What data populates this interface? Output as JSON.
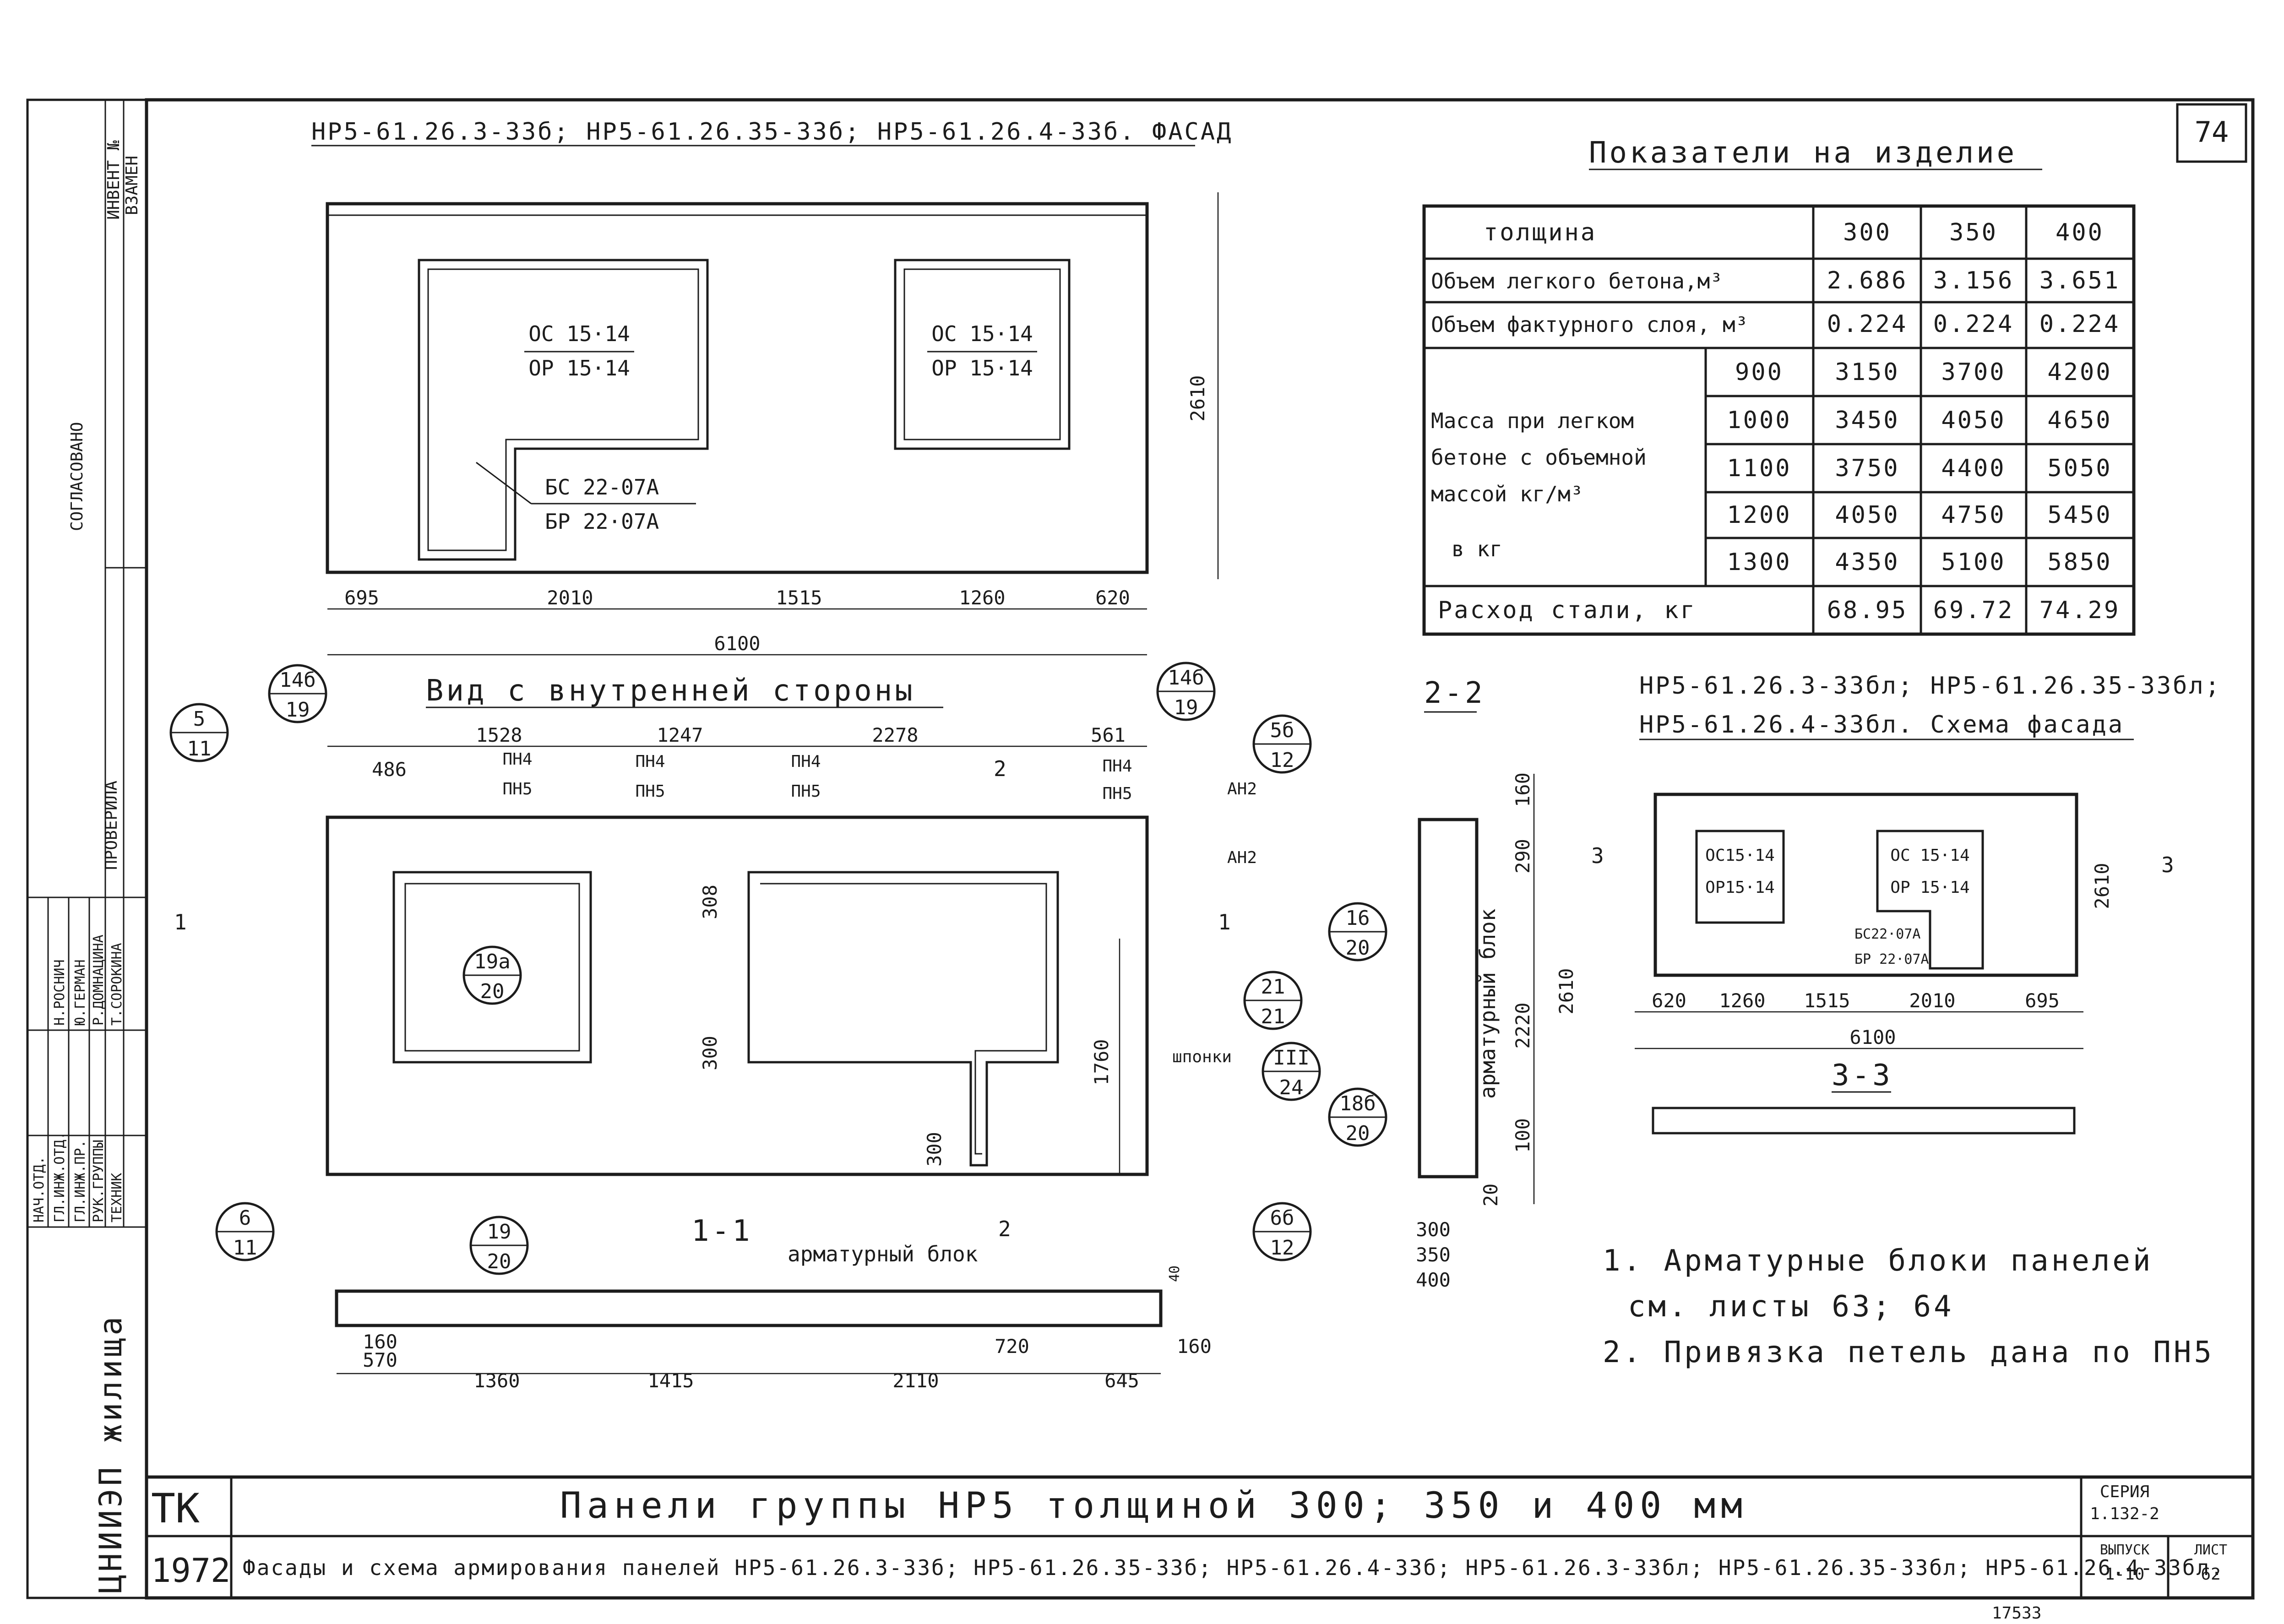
{
  "sheet": {
    "number": "74",
    "stamp_left": "ТК",
    "year": "1972",
    "main_title": "Панели группы НР5 толщиной 300; 350 и 400 мм",
    "sub_title": "Фасады и схема армирования панелей НР5-61.26.3-33б; НР5-61.26.35-33б; НР5-61.26.4-33б; НР5-61.26.3-33бл; НР5-61.26.35-33бл; НР5-61.26.4-33бл.",
    "series_label": "СЕРИЯ",
    "series_value": "1.132-2",
    "issue_label": "ВЫПУСК",
    "issue_value": "1-10",
    "page_label": "ЛИСТ",
    "page_value": "62",
    "org_vertical": "ЦНИИЭП жилища",
    "bottom_stamp": "17533"
  },
  "side_strip": {
    "invent": "ИНВЕНТ №",
    "vzamen": "ВЗАМЕН",
    "soglasovano": "СОГЛАСОВАНО",
    "provers": "ПРОВЕРИЛА",
    "names": [
      "НАЧ.ОТД.",
      "ГЛ.ИНЖ.ОТД.",
      "ГЛ.ИНЖ.ПР.",
      "РУК.ГРУППЫ",
      "ТЕХНИК"
    ],
    "people": [
      "Н.РОСНИЧ",
      "Ю.ГЕРМАН",
      "Р.ДОМНАЦИНА",
      "Т.СОРОКИНА"
    ]
  },
  "facade": {
    "title": "НР5-61.26.3-33б; НР5-61.26.35-33б; НР5-61.26.4-33б. ФАСАД",
    "window1_top": "ОС 15·14",
    "window1_bottom": "ОР 15·14",
    "window2_top": "ОС 15·14",
    "window2_bottom": "ОР 15·14",
    "door_top": "БС 22-07А",
    "door_bottom": "БР 22·07А",
    "height": "2610",
    "dims": [
      "695",
      "2010",
      "1515",
      "1260",
      "620"
    ],
    "total": "6100"
  },
  "inner_view": {
    "title": "Вид с внутренней стороны",
    "top_dims": [
      "486",
      "1528",
      "1247",
      "2278",
      "561"
    ],
    "loops": [
      {
        "top": "ПН4",
        "bottom": "ПН5"
      },
      {
        "top": "ПН4",
        "bottom": "ПН5"
      },
      {
        "top": "ПН4",
        "bottom": "ПН5"
      },
      {
        "top": "ПН4",
        "bottom": "ПН5"
      }
    ],
    "ah2_top": "АН2",
    "ah2_side": "АН2",
    "dim_308": "308",
    "dim_300a": "300",
    "dim_300b": "300",
    "dim_1760": "1760",
    "keys_label": "шпонки",
    "section_1": "1",
    "section_2": "2",
    "bubbles": [
      {
        "top": "5",
        "bottom": "11"
      },
      {
        "top": "14б",
        "bottom": "19"
      },
      {
        "top": "14б",
        "bottom": "19"
      },
      {
        "top": "5б",
        "bottom": "12"
      },
      {
        "top": "19а",
        "bottom": "20"
      },
      {
        "top": "21",
        "bottom": "21"
      },
      {
        "top": "III",
        "bottom": "24"
      },
      {
        "top": "6",
        "bottom": "11"
      },
      {
        "top": "6б",
        "bottom": "12"
      },
      {
        "top": "19",
        "bottom": "20"
      }
    ]
  },
  "section_11": {
    "title": "1-1",
    "label": "арматурный блок",
    "dims_bottom": [
      "570",
      "1360",
      "1415",
      "2110",
      "645"
    ],
    "dim_160a": "160",
    "dim_160b": "160",
    "dim_720": "720",
    "dim_40": "40"
  },
  "section_22": {
    "title": "2-2",
    "label": "арматурный блок",
    "dims": [
      "160",
      "290",
      "2220",
      "100",
      "20"
    ],
    "total": "2610",
    "thickness": [
      "300",
      "350",
      "400"
    ],
    "bubble_a": {
      "top": "16",
      "bottom": "20"
    },
    "bubble_b": {
      "top": "18б",
      "bottom": "20"
    }
  },
  "schema": {
    "title_line1": "НР5-61.26.3-33бл; НР5-61.26.35-33бл;",
    "title_line2": "НР5-61.26.4-33бл. Схема фасада",
    "w1_top": "ОС15·14",
    "w1_bottom": "ОР15·14",
    "w2_top": "ОС 15·14",
    "w2_bottom": "ОР 15·14",
    "door_top": "БС22·07А",
    "door_bottom": "БР 22·07А",
    "height": "2610",
    "dims": [
      "620",
      "1260",
      "1515",
      "2010",
      "695"
    ],
    "total": "6100",
    "section_mark": "3",
    "section_title": "3-3"
  },
  "notes": {
    "n1a": "1. Арматурные блоки панелей",
    "n1b": "см. листы  63; 64",
    "n2": "2. Привязка петель дана по ПН5"
  },
  "table": {
    "title": "Показатели на изделие",
    "header": [
      "толщина",
      "300",
      "350",
      "400"
    ],
    "row_volume_light": [
      "Объем легкого бетона,м³",
      "2.686",
      "3.156",
      "3.651"
    ],
    "row_volume_facing": [
      "Объем фактурного слоя, м³",
      "0.224",
      "0.224",
      "0.224"
    ],
    "mass_label_1": "Масса при легком",
    "mass_label_2": "бетоне с объемной",
    "mass_label_3": "массой кг/м³",
    "mass_label_4": "в кг",
    "mass_rows": [
      [
        "900",
        "3150",
        "3700",
        "4200"
      ],
      [
        "1000",
        "3450",
        "4050",
        "4650"
      ],
      [
        "1100",
        "3750",
        "4400",
        "5050"
      ],
      [
        "1200",
        "4050",
        "4750",
        "5450"
      ],
      [
        "1300",
        "4350",
        "5100",
        "5850"
      ]
    ],
    "row_steel": [
      "Расход стали, кг",
      "68.95",
      "69.72",
      "74.29"
    ]
  }
}
